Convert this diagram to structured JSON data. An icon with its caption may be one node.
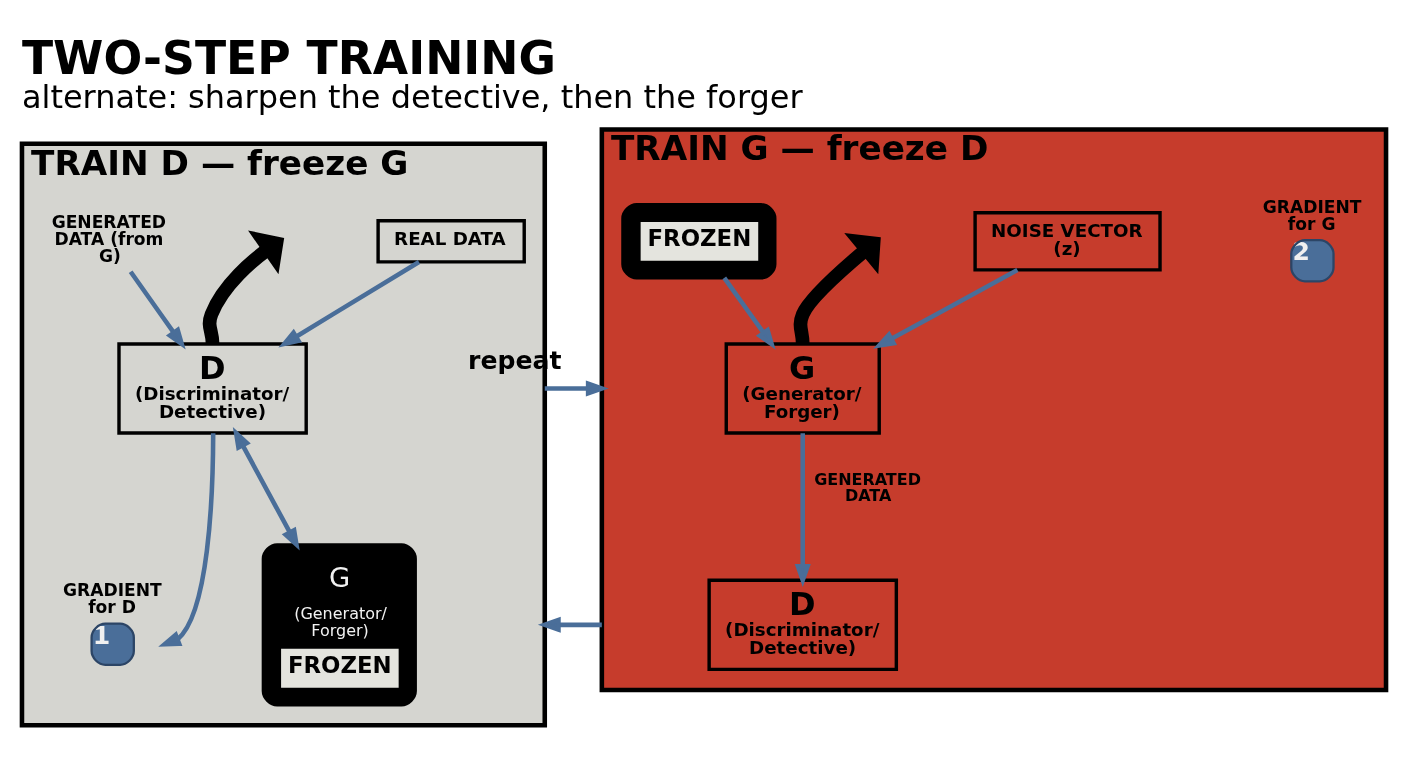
{
  "diagram": {
    "title": "TWO-STEP TRAINING",
    "caption": "alternate: sharpen the detective, then the forger",
    "nodes": [
      {
        "text": [
          "TRAIN D — freeze G"
        ]
      },
      {
        "text": [
          "D",
          "(Discriminator/ Detective)"
        ],
        "in": 0
      },
      {
        "text": [
          "1"
        ],
        "beside": [
          "GRADIENT for D"
        ],
        "in": 0
      },
      {
        "text": [
          "REAL DATA"
        ],
        "in": 0
      },
      {
        "text": [
          "GENERATED DATA (from G)"
        ],
        "in": 0
      },
      {
        "text": [
          "G",
          "(Generator/ Forger)",
          "FROZEN"
        ],
        "in": 0
      },
      {
        "text": [
          "TRAIN G — freeze D"
        ]
      },
      {
        "text": [
          "G",
          "(Generator/ Forger)"
        ],
        "in": 6
      },
      {
        "text": [
          "2"
        ],
        "beside": [
          "GRADIENT for G"
        ],
        "in": 6
      },
      {
        "text": [
          "NOISE VECTOR (z)"
        ],
        "in": 6
      },
      {
        "text": [
          "D",
          "(Discriminator/ Detective)"
        ],
        "in": 6
      },
      {
        "text": [
          "FROZEN"
        ],
        "in": 6
      }
    ],
    "edges": [
      {
        "from": 3,
        "to": 1,
        "arrow": "to"
      },
      {
        "from": 4,
        "to": 1,
        "arrow": "to"
      },
      {
        "from": 1,
        "to": 2,
        "arrow": "to"
      },
      {
        "from": 1,
        "to": 5,
        "arrow": "both"
      },
      {
        "from": 1,
        "to": null,
        "arrow": "to",
        "style": "thick",
        "color": "#000000"
      },
      {
        "from": 0,
        "to": 6,
        "arrow": "to",
        "label": "repeat"
      },
      {
        "from": 6,
        "to": 0,
        "arrow": "to"
      },
      {
        "from": 9,
        "to": 7,
        "arrow": "to"
      },
      {
        "from": 7,
        "to": 10,
        "arrow": "to",
        "label": "GENERATED DATA"
      },
      {
        "from": 11,
        "to": 7,
        "arrow": "to"
      },
      {
        "from": 7,
        "to": null,
        "arrow": "to",
        "style": "thick",
        "color": "#000000"
      }
    ]
  }
}
